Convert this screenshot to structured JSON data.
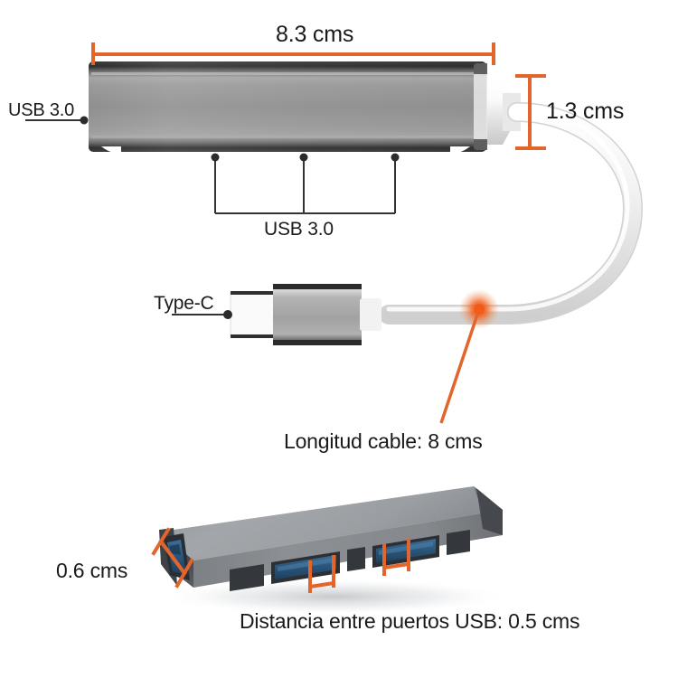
{
  "diagram": {
    "title": "USB Hub Dimensions Diagram",
    "language": "es",
    "background_color": "#ffffff",
    "accent_color": "#E2662C",
    "leader_color": "#333333",
    "body_color": "#8e8e8e",
    "port_color": "#2c5f86"
  },
  "labels": {
    "length": "8.3 cms",
    "height": "1.3 cms",
    "usb_left": "USB 3.0",
    "usb_bottom": "USB 3.0",
    "type_c": "Type-C",
    "cable_length": "Longitud cable: 8 cms",
    "port_height": "0.6 cms",
    "port_gap": "Distancia entre puertos USB: 0.5 cms"
  },
  "measurements": [
    {
      "name": "overall-length",
      "value": 8.3,
      "unit": "cms",
      "text": "8.3 cms",
      "orientation": "horizontal",
      "color": "#E2662C"
    },
    {
      "name": "body-height",
      "value": 1.3,
      "unit": "cms",
      "text": "1.3 cms",
      "orientation": "vertical",
      "color": "#E2662C"
    },
    {
      "name": "cable-length",
      "value": 8,
      "unit": "cms",
      "text": "Longitud cable: 8 cms",
      "orientation": "callout",
      "color": "#E2662C"
    },
    {
      "name": "usb-port-height",
      "value": 0.6,
      "unit": "cms",
      "text": "0.6 cms",
      "orientation": "diagonal",
      "color": "#E2662C"
    },
    {
      "name": "usb-port-spacing",
      "value": 0.5,
      "unit": "cms",
      "text": "Distancia entre puertos USB: 0.5 cms",
      "orientation": "horizontal",
      "color": "#E2662C"
    }
  ],
  "callouts": [
    {
      "name": "usb-3-0-side-port",
      "text": "USB 3.0",
      "target": "left end of hub body"
    },
    {
      "name": "usb-3-0-bottom-ports",
      "text": "USB 3.0",
      "target": "three ports along bottom edge"
    },
    {
      "name": "type-c-connector",
      "text": "Type-C",
      "target": "Type-C plug tip"
    }
  ],
  "views": [
    {
      "name": "top-view",
      "description": "Flat side view of aluminum USB hub with coiled white cable and Type-C plug"
    },
    {
      "name": "perspective-view",
      "description": "Angled 3D view of hub showing four blue USB 3.0 ports"
    }
  ],
  "ports": {
    "count": 4,
    "type": "USB 3.0",
    "connector_color": "#2c5f86"
  }
}
